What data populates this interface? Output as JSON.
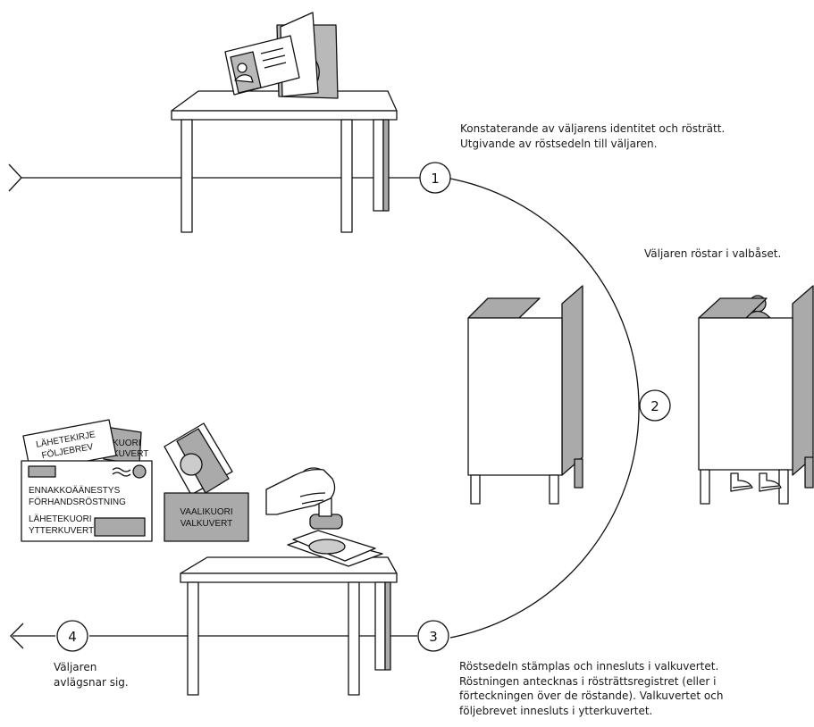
{
  "steps": {
    "s1": {
      "num": "1",
      "lines": [
        "Konstaterande av väljarens identitet och rösträtt.",
        "Utgivande av röstsedeln till väljaren."
      ]
    },
    "s2": {
      "num": "2",
      "lines": [
        "Väljaren röstar i valbåset."
      ]
    },
    "s3": {
      "num": "3",
      "lines": [
        "Röstsedeln stämplas och innesluts i valkuvertet.",
        "Röstningen antecknas i rösträttsregistret (eller i",
        "förteckningen över de röstande). Valkuvertet och",
        "följebrevet innesluts i ytterkuvertet."
      ]
    },
    "s4": {
      "num": "4",
      "lines": [
        "Väljaren",
        "avlägsnar sig."
      ]
    }
  },
  "labels": {
    "cover_letter": [
      "LÄHETEKIRJE",
      "FÖLJEBREV"
    ],
    "back_envelope": [
      "KUORI",
      "KUVERT"
    ],
    "advance_vote": [
      "ENNAKKOÄÄNESTYS",
      "FÖRHANDSRÖSTNING"
    ],
    "outer_envelope": [
      "LÄHETEKUORI",
      "YTTERKUVERT"
    ],
    "ballot_envelope": [
      "VAALIKUORI",
      "VALKUVERT"
    ]
  }
}
